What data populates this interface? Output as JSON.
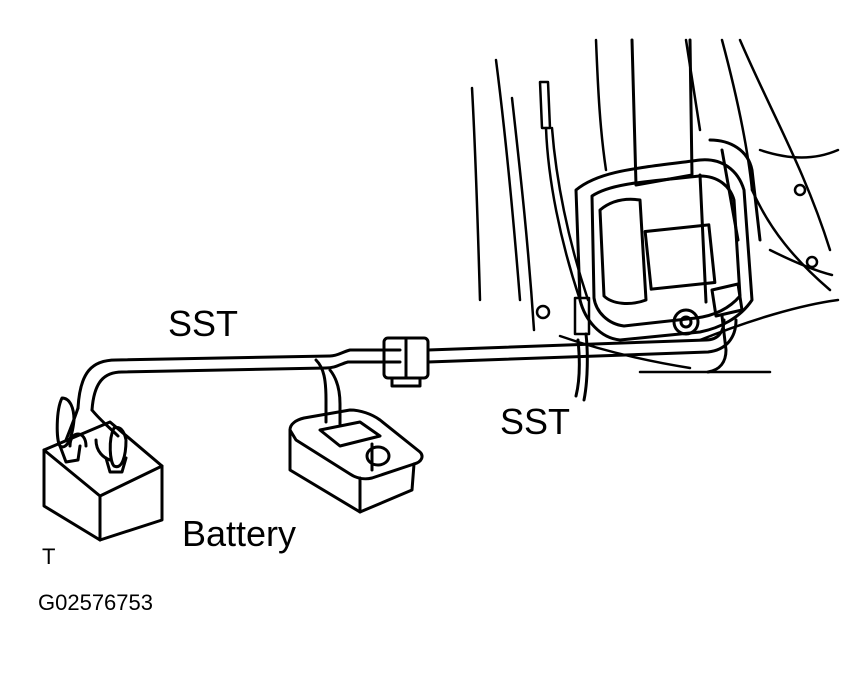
{
  "labels": {
    "sst_top": "SST",
    "sst_right": "SST",
    "battery": "Battery",
    "corner_mark": "T",
    "figure_code": "G02576753"
  },
  "colors": {
    "ink": "#000000",
    "paper": "#ffffff"
  }
}
